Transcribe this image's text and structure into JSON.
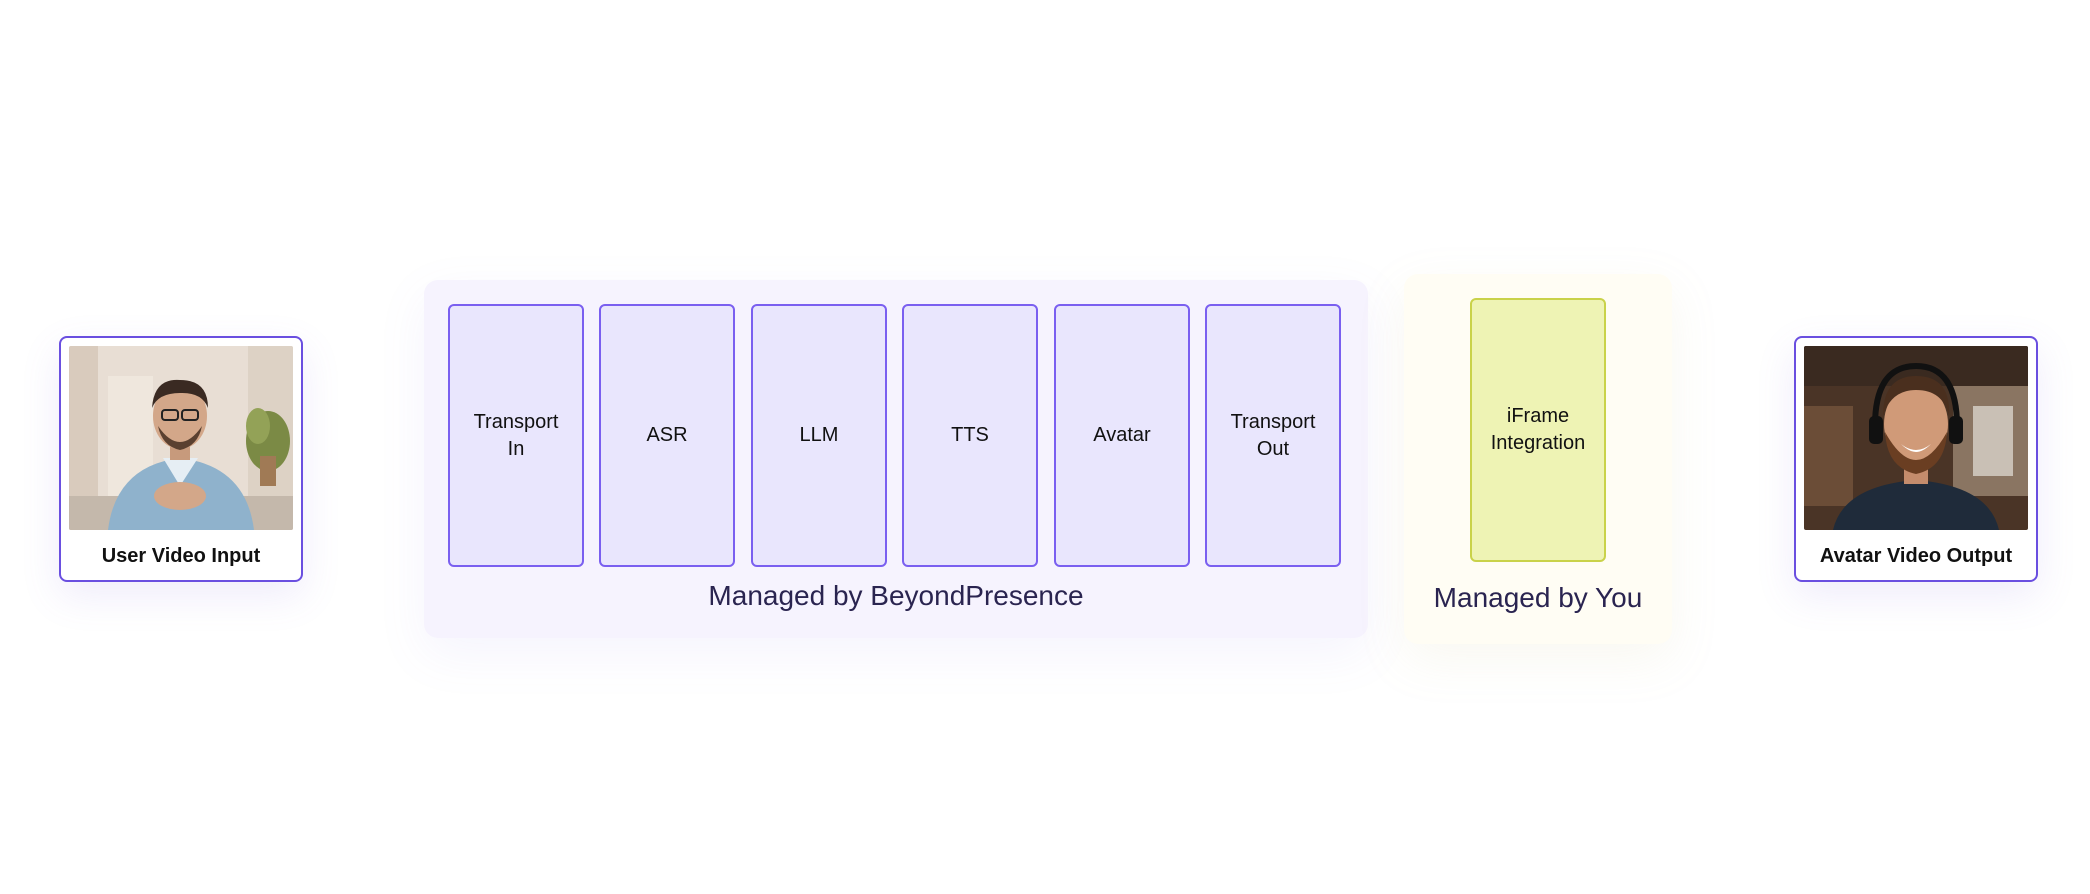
{
  "input_card": {
    "label": "User Video Input"
  },
  "output_card": {
    "label": "Avatar Video Output"
  },
  "managed_panel": {
    "caption": "Managed by BeyondPresence",
    "modules": [
      {
        "line1": "Transport",
        "line2": "In"
      },
      {
        "line1": "ASR",
        "line2": ""
      },
      {
        "line1": "LLM",
        "line2": ""
      },
      {
        "line1": "TTS",
        "line2": ""
      },
      {
        "line1": "Avatar",
        "line2": ""
      },
      {
        "line1": "Transport",
        "line2": "Out"
      }
    ]
  },
  "you_panel": {
    "caption": "Managed by You",
    "module": {
      "line1": "iFrame",
      "line2": "Integration"
    }
  },
  "colors": {
    "accent": "#6a4fe0",
    "module_fill": "#e9e6fd",
    "managed_bg": "#f6f3fe",
    "you_bg": "#fffdf4",
    "iframe_fill": "#eef3b4",
    "iframe_border": "#c9d24a"
  }
}
